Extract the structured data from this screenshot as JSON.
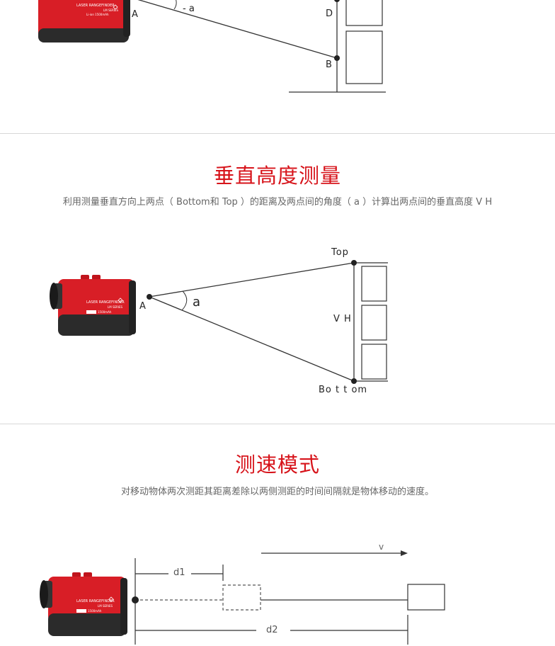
{
  "top_diagram": {
    "label_a": "A",
    "label_angle": "- a",
    "label_d": "D",
    "label_b": "B"
  },
  "vertical_height": {
    "title": "垂直高度测量",
    "description": "利用测量垂直方向上两点（ Bottom和 Top ）的距离及两点间的角度（ a ）计算出两点间的垂直高度 V H",
    "label_top": "Top",
    "label_a": "A",
    "label_angle": "a",
    "label_vh": "V H",
    "label_bottom": "Bo t t om"
  },
  "speed_mode": {
    "title": "测速模式",
    "description": "对移动物体两次测距其距离差除以两侧测距的时间间隔就是物体移动的速度。",
    "label_v": "v",
    "label_d1": "d1",
    "label_d2": "d2"
  },
  "device": {
    "brand_line": "LASER RANGEFINDER",
    "series_line": "LM SERIES",
    "battery_line": "Li-ion 1500mAh"
  },
  "colors": {
    "accent": "#d7141b",
    "device_red": "#d81e26",
    "device_dark": "#2b2b2b"
  }
}
